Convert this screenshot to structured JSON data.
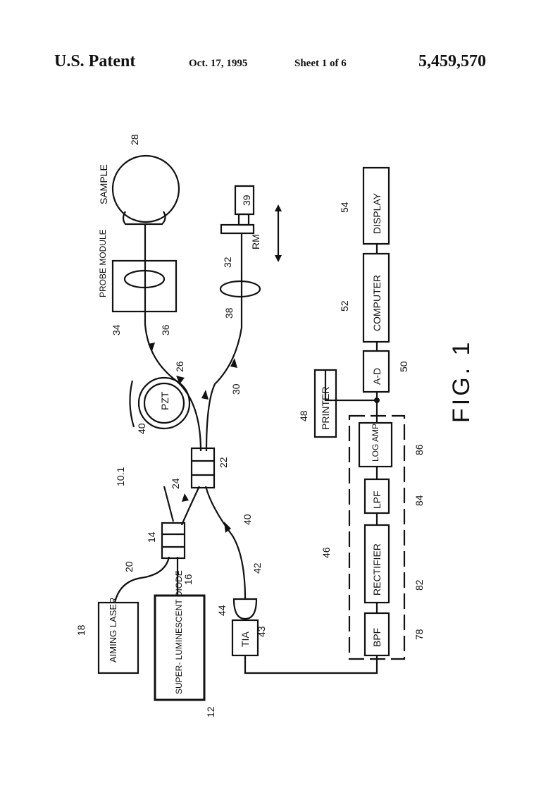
{
  "header": {
    "title": "U.S. Patent",
    "date": "Oct. 17, 1995",
    "sheet": "Sheet 1 of 6",
    "patent_number": "5,459,570"
  },
  "figure": {
    "caption": "FIG. 1",
    "boxes": {
      "probe_module": "PROBE MODULE",
      "display": "DISPLAY",
      "computer": "COMPUTER",
      "ad": "A-D",
      "printer": "PRINTER",
      "log_amp": "LOG AMP",
      "lpf": "LPF",
      "rectifier": "RECTIFIER",
      "bpf": "BPF",
      "tia": "TIA",
      "aiming_laser": "AIMING LASER",
      "sld": "SUPER- LUMINESCENT DIODE"
    },
    "component_labels": {
      "sample": "SAMPLE",
      "pzt": "PZT",
      "rm": "RM"
    },
    "refs": [
      "28",
      "39",
      "32",
      "38",
      "34",
      "36",
      "26",
      "30",
      "40",
      "22",
      "24",
      "14",
      "20",
      "16",
      "18",
      "12",
      "42",
      "44",
      "43",
      "40",
      "10.1",
      "48",
      "50",
      "52",
      "54",
      "86",
      "84",
      "82",
      "78",
      "46"
    ]
  }
}
